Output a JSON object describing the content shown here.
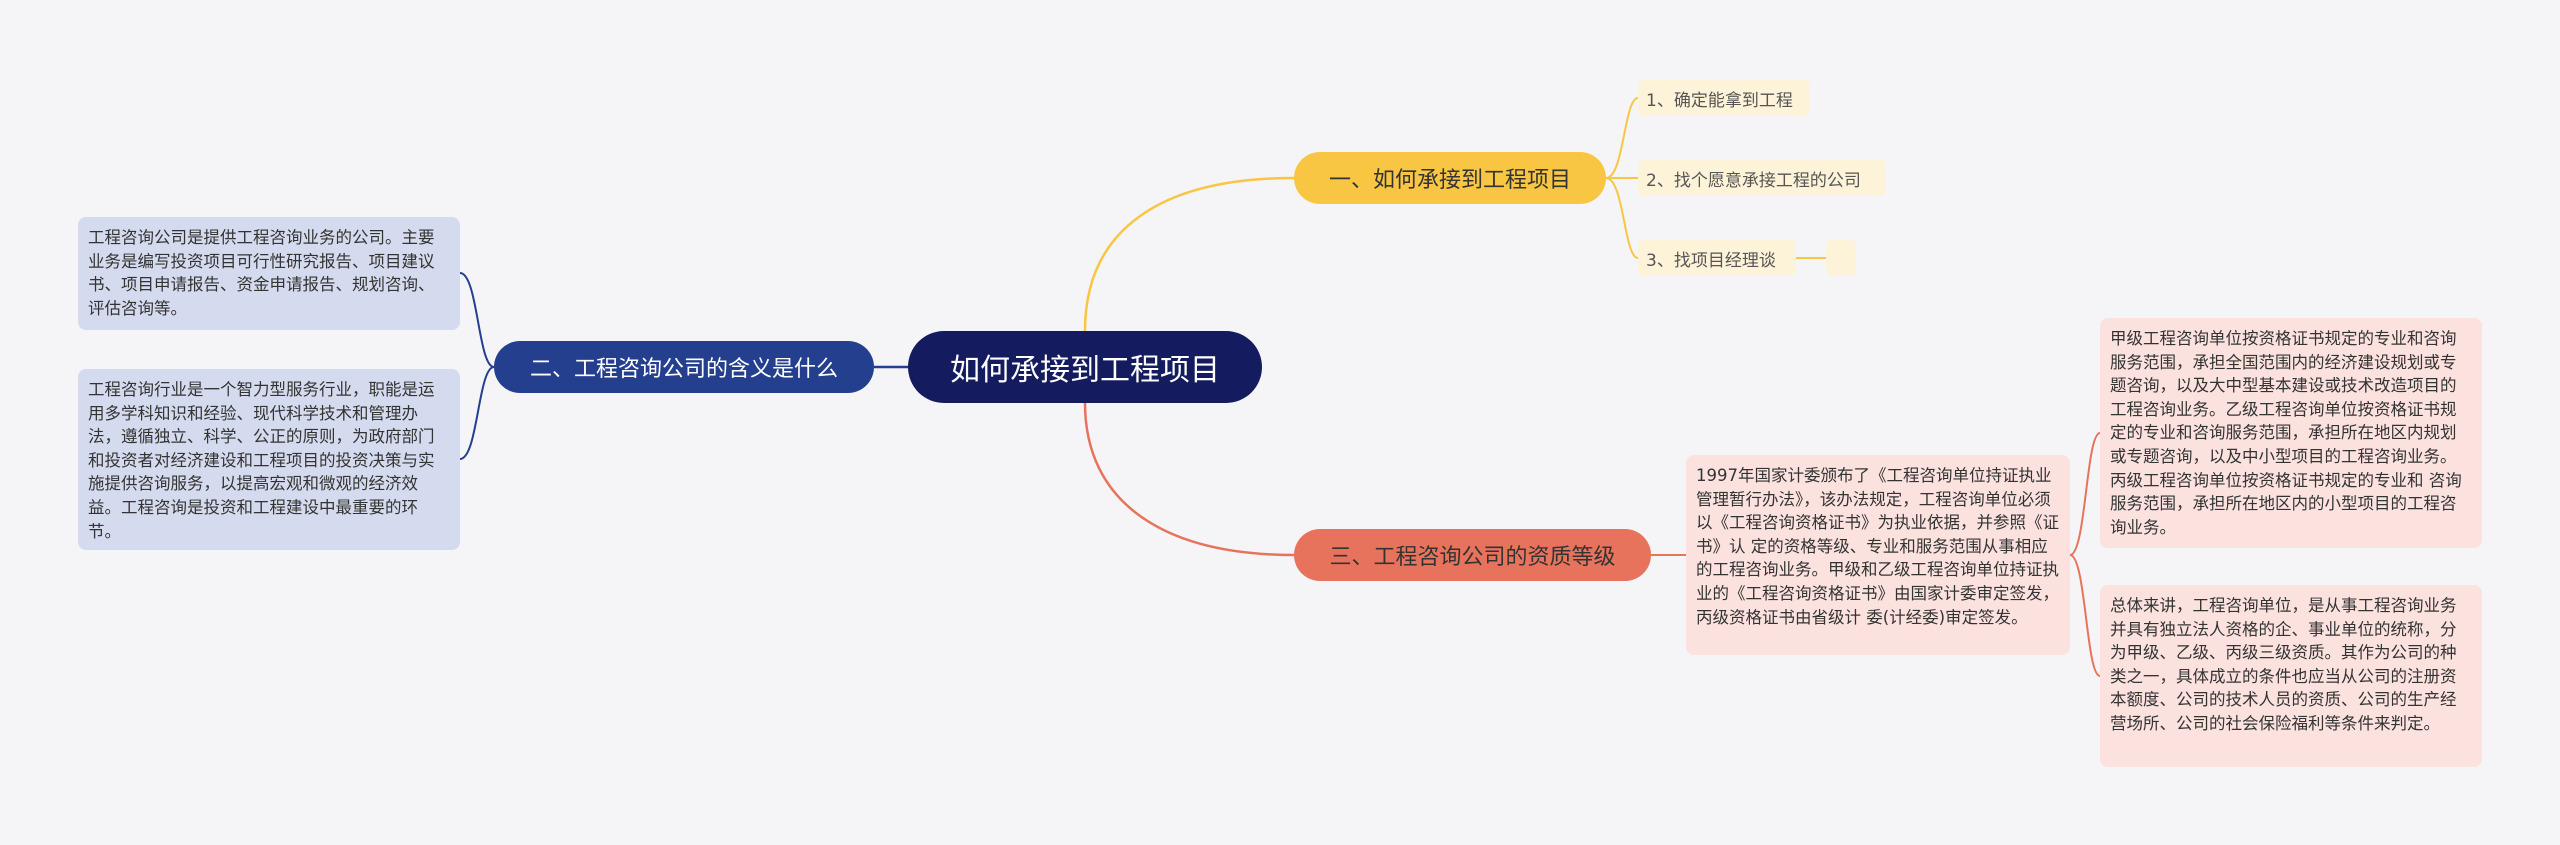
{
  "mindmap": {
    "center": "如何承接到工程项目",
    "branch1": {
      "label": "一、如何承接到工程项目",
      "items": [
        "1、确定能拿到工程",
        "2、找个愿意承接工程的公司",
        "3、找项目经理谈"
      ]
    },
    "branch2": {
      "label": "二、工程咨询公司的含义是什么",
      "notes": [
        "工程咨询公司是提供工程咨询业务的公司。主要业务是编写投资项目可行性研究报告、项目建议书、项目申请报告、资金申请报告、规划咨询、评估咨询等。",
        "工程咨询行业是一个智力型服务行业，职能是运用多学科知识和经验、现代科学技术和管理办法，遵循独立、科学、公正的原则，为政府部门和投资者对经济建设和工程项目的投资决策与实施提供咨询服务，以提高宏观和微观的经济效益。工程咨询是投资和工程建设中最重要的环节。"
      ]
    },
    "branch3": {
      "label": "三、工程咨询公司的资质等级",
      "note": "1997年国家计委颁布了《工程咨询单位持证执业管理暂行办法》，该办法规定，工程咨询单位必须以《工程咨询资格证书》为执业依据，并参照《证书》认 定的资格等级、专业和服务范围从事相应的工程咨询业务。甲级和乙级工程咨询单位持证执业的《工程咨询资格证书》由国家计委审定签发，丙级资格证书由省级计 委(计经委)审定签发。",
      "sub": [
        "甲级工程咨询单位按资格证书规定的专业和咨询服务范围，承担全国范围内的经济建设规划或专题咨询，以及大中型基本建设或技术改造项目的工程咨询业务。乙级工程咨询单位按资格证书规定的专业和咨询服务范围，承担所在地区内规划或专题咨询，以及中小型项目的工程咨询业务。丙级工程咨询单位按资格证书规定的专业和 咨询服务范围，承担所在地区内的小型项目的工程咨询业务。",
        "总体来讲，工程咨询单位，是从事工程咨询业务并具有独立法人资格的企、事业单位的统称，分为甲级、乙级、丙级三级资质。其作为公司的种类之一，具体成立的条件也应当从公司的注册资本额度、公司的技术人员的资质、公司的生产经营场所、公司的社会保险福利等条件来判定。"
      ]
    },
    "colors": {
      "center": "#141b5e",
      "branch1": "#f8c643",
      "branch2": "#253f8f",
      "branch3": "#e8735d",
      "leaf_yellow": "#fdf3d8",
      "note_blue": "#d5dbee",
      "note_red": "#fbe2df"
    }
  }
}
